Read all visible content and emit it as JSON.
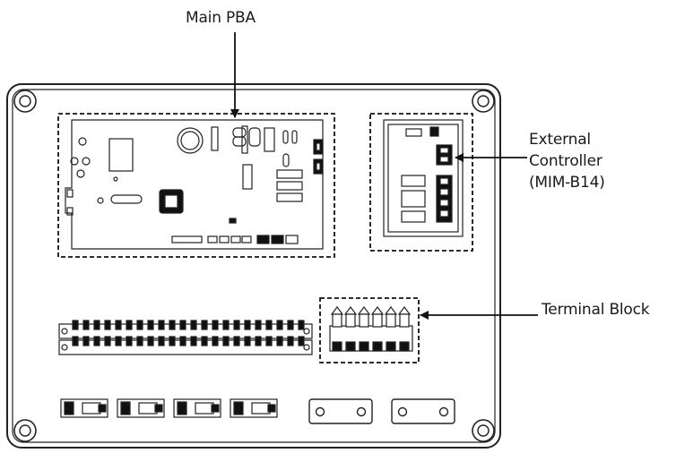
{
  "labels": {
    "main_pba": "Main PBA",
    "external_controller_line1": "External",
    "external_controller_line2": "Controller",
    "external_controller_line3": "(MIM-B14)",
    "terminal_block": "Terminal Block"
  }
}
